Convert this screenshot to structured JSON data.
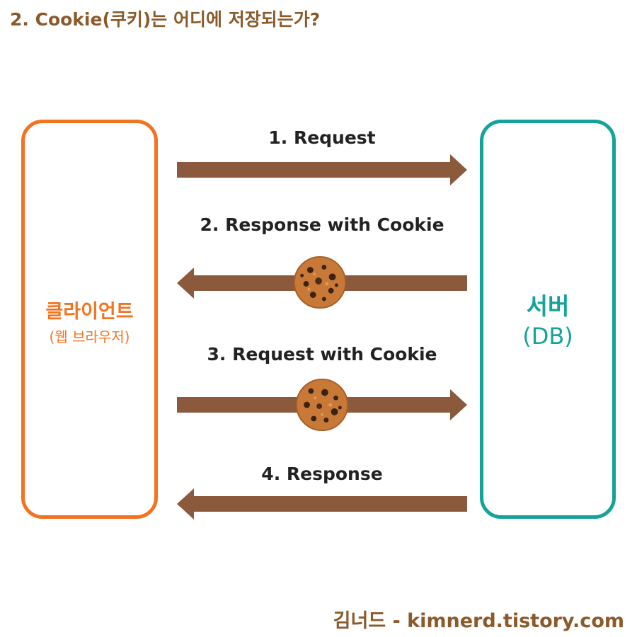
{
  "title": "2. Cookie(쿠키)는 어디에 저장되는가?",
  "colors": {
    "client": "#F47321",
    "server": "#14A39A",
    "arrow": "#8B5A3C",
    "title": "#8B5A2B",
    "cookie": "#C87837"
  },
  "client": {
    "name": "클라이언트",
    "sub": "(웹 브라우저)"
  },
  "server": {
    "name": "서버",
    "sub": "(DB)"
  },
  "steps": [
    {
      "label": "1. Request",
      "direction": "right",
      "cookie": false
    },
    {
      "label": "2. Response with Cookie",
      "direction": "left",
      "cookie": true
    },
    {
      "label": "3. Request with Cookie",
      "direction": "right",
      "cookie": true
    },
    {
      "label": "4. Response",
      "direction": "left",
      "cookie": false
    }
  ],
  "footer": "김너드 - kimnerd.tistory.com"
}
